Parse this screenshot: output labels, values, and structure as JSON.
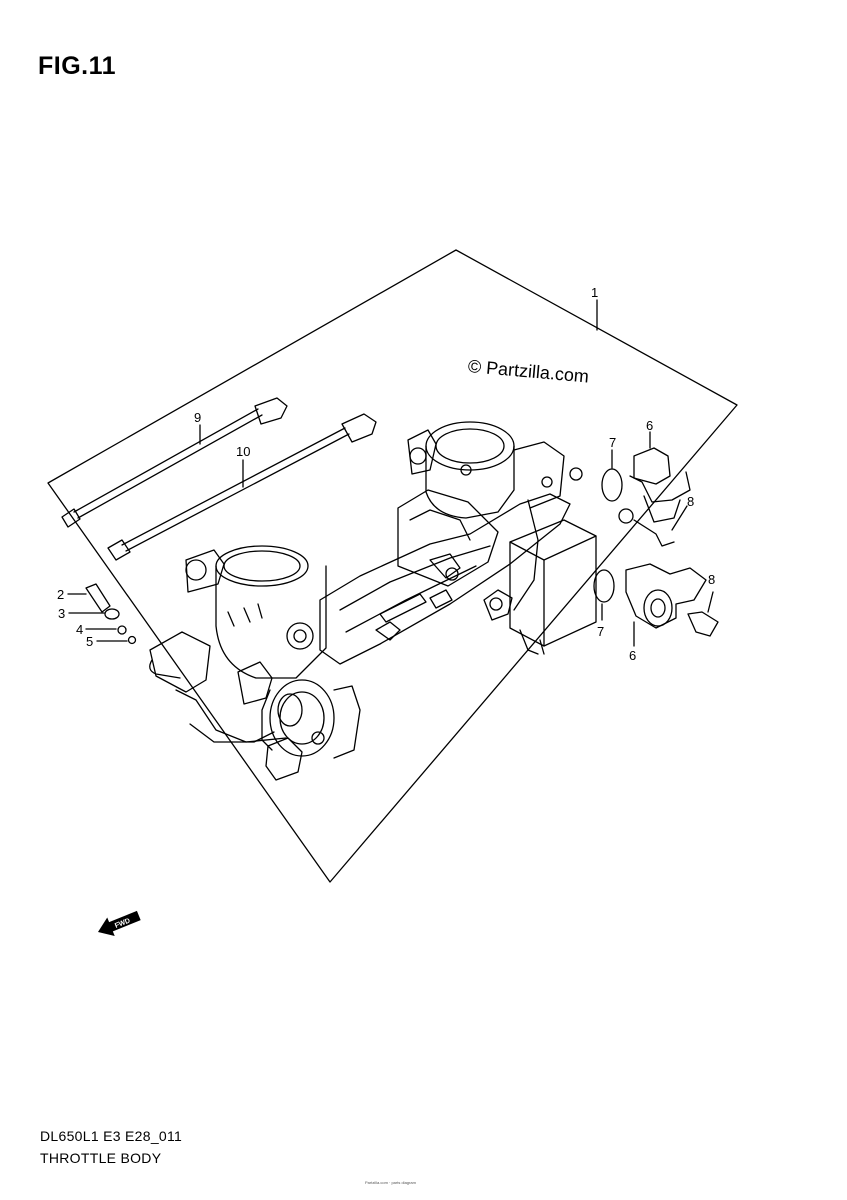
{
  "page": {
    "figure_title": "FIG.11",
    "watermark": "© Partzilla.com",
    "figure_code": "DL650L1 E3 E28_011",
    "figure_name": "THROTTLE BODY",
    "credit": "Partzilla.com · parts diagram"
  },
  "callouts": [
    {
      "id": "1",
      "label": "1"
    },
    {
      "id": "2",
      "label": "2"
    },
    {
      "id": "3",
      "label": "3"
    },
    {
      "id": "4",
      "label": "4"
    },
    {
      "id": "5",
      "label": "5"
    },
    {
      "id": "6a",
      "label": "6"
    },
    {
      "id": "6b",
      "label": "6"
    },
    {
      "id": "7a",
      "label": "7"
    },
    {
      "id": "7b",
      "label": "7"
    },
    {
      "id": "8a",
      "label": "8"
    },
    {
      "id": "8b",
      "label": "8"
    },
    {
      "id": "9",
      "label": "9"
    },
    {
      "id": "10",
      "label": "10"
    }
  ],
  "icons": {
    "front_arrow": "forward-arrow-icon",
    "front_arrow_text": "FWD"
  },
  "colors": {
    "line": "#000000",
    "background": "#ffffff"
  }
}
